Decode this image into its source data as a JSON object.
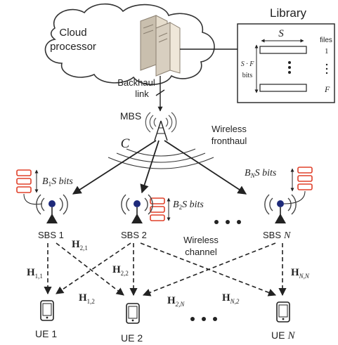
{
  "cloud": {
    "line1": "Cloud",
    "line2": "processor"
  },
  "library": {
    "title": "Library",
    "s_label": "S",
    "files_label": "files",
    "file_first": "1",
    "file_last": "F",
    "sf_label": "S · F",
    "bits_label": "bits"
  },
  "backhaul": {
    "line1": "Backhaul",
    "line2": "link"
  },
  "mbs_label": "MBS",
  "c_label": "C",
  "fronthaul": {
    "line1": "Wireless",
    "line2": "fronthaul"
  },
  "cache": {
    "b1_base": "B",
    "b1_sub": "1",
    "b1_suffix": "S bits",
    "b2_base": "B",
    "b2_sub": "2",
    "b2_suffix": "S bits",
    "bn_base": "B",
    "bn_sub": "N",
    "bn_suffix": "S bits"
  },
  "sbs": {
    "sbs1_label": "SBS 1",
    "sbs2_label": "SBS 2",
    "sbsn_label": "SBS",
    "sbsn_idx": "N"
  },
  "wireless_channel": {
    "line1": "Wireless",
    "line2": "channel"
  },
  "channels": {
    "h11": {
      "base": "H",
      "sub": "1,1"
    },
    "h21": {
      "base": "H",
      "sub": "2,1"
    },
    "h22": {
      "base": "H",
      "sub": "2,2"
    },
    "h12": {
      "base": "H",
      "sub": "1,2"
    },
    "h2n": {
      "base": "H",
      "sub": "2,N"
    },
    "hn2": {
      "base": "H",
      "sub": "N,2"
    },
    "hnn": {
      "base": "H",
      "sub": "N,N"
    }
  },
  "ue": {
    "ue1_label": "UE 1",
    "ue2_label": "UE 2",
    "uen_label": "UE",
    "uen_idx": "N"
  },
  "colors": {
    "cache_red": "#e0402a",
    "antenna_blue": "#1e2a7a",
    "server": "#d8cfc0"
  }
}
